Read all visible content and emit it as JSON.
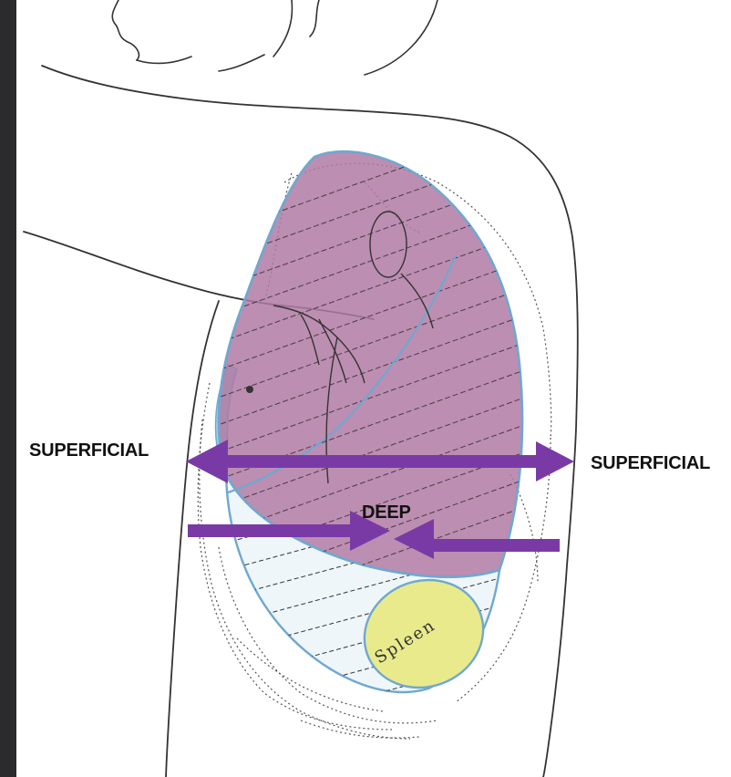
{
  "labels": {
    "superficial_left": "SUPERFICIAL",
    "superficial_right": "SUPERFICIAL",
    "deep": "DEEP",
    "spleen": "Spleen"
  },
  "colors": {
    "arrow": "#7a3aa6",
    "lung_fill": "#b07aa3",
    "lung_outline": "#6fa8d0",
    "pleura_fill": "#dfeef6",
    "spleen_fill": "#e9ea8c",
    "sketch_line": "#333333",
    "left_bar": "#2b2b2e"
  },
  "icons": {
    "arrow_superficial": "double-headed-arrow",
    "arrow_deep_left": "right-pointing-arrow",
    "arrow_deep_right": "left-pointing-arrow"
  }
}
